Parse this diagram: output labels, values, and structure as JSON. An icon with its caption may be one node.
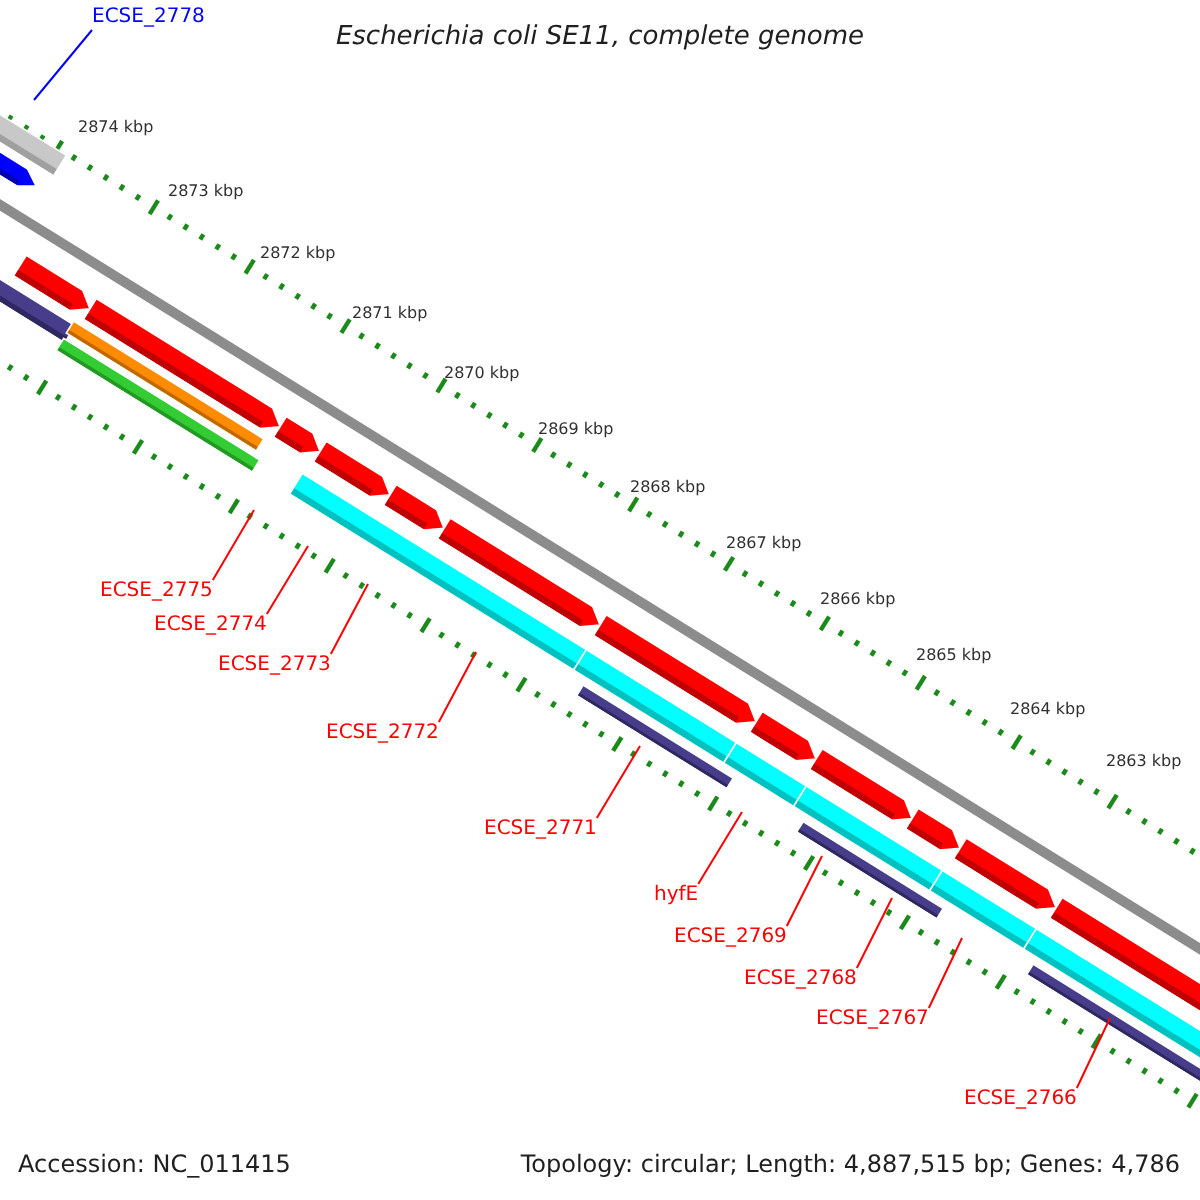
{
  "diagram": {
    "title": "Escherichia coli SE11, complete genome",
    "nodes": [
      {
        "text": [
          "ECSE_2778"
        ]
      },
      {
        "text": [
          "ECSE_2775"
        ]
      },
      {
        "text": [
          "ECSE_2774"
        ]
      },
      {
        "text": [
          "ECSE_2773"
        ]
      },
      {
        "text": [
          "ECSE_2772"
        ]
      },
      {
        "text": [
          "ECSE_2771"
        ]
      },
      {
        "text": [
          "hyfE"
        ]
      },
      {
        "text": [
          "ECSE_2769"
        ]
      },
      {
        "text": [
          "ECSE_2768"
        ]
      },
      {
        "text": [
          "ECSE_2767"
        ]
      },
      {
        "text": [
          "ECSE_2766"
        ]
      }
    ],
    "edges": [
      {
        "from": 0,
        "to": null,
        "arrow": "none",
        "color": "#0000ff"
      },
      {
        "from": 1,
        "to": null,
        "arrow": "none"
      },
      {
        "from": 2,
        "to": null,
        "arrow": "none"
      },
      {
        "from": 3,
        "to": null,
        "arrow": "none"
      },
      {
        "from": 4,
        "to": null,
        "arrow": "none"
      },
      {
        "from": 5,
        "to": null,
        "arrow": "none"
      },
      {
        "from": 6,
        "to": null,
        "arrow": "none"
      },
      {
        "from": 7,
        "to": null,
        "arrow": "none"
      },
      {
        "from": 8,
        "to": null,
        "arrow": "none"
      },
      {
        "from": 9,
        "to": null,
        "arrow": "none"
      },
      {
        "from": 10,
        "to": null,
        "arrow": "none"
      }
    ],
    "labels": [
      "2874 kbp",
      "2873 kbp",
      "2872 kbp",
      "2871 kbp",
      "2870 kbp",
      "2869 kbp",
      "2868 kbp",
      "2867 kbp",
      "2866 kbp",
      "2865 kbp",
      "2864 kbp",
      "2863 kbp",
      "Accession: NC_011415",
      "Topology: circular; Length: 4,887,515 bp; Genes: 4,786"
    ]
  }
}
